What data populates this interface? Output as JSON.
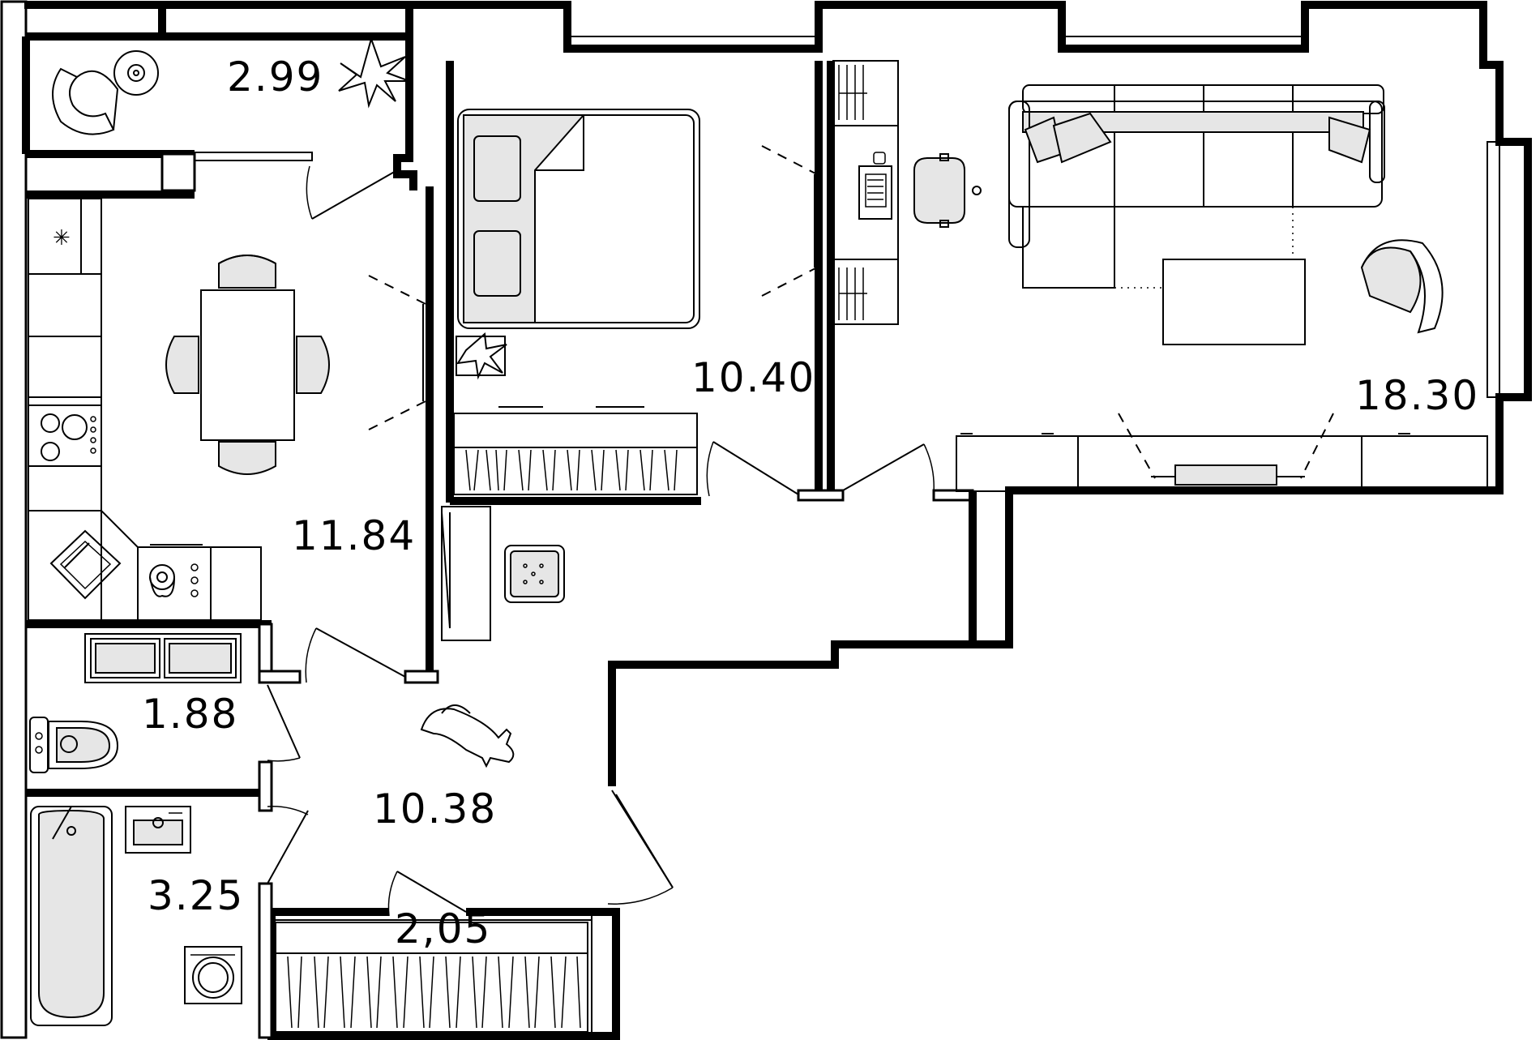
{
  "rooms": {
    "balcony": {
      "area": "2.99"
    },
    "kitchen": {
      "area": "11.84"
    },
    "bedroom": {
      "area": "10.40"
    },
    "living_room": {
      "area": "18.30"
    },
    "toilet": {
      "area": "1.88"
    },
    "hallway": {
      "area": "10.38"
    },
    "bathroom": {
      "area": "3.25"
    },
    "storage": {
      "area": "2,05"
    }
  },
  "icons": [
    "armchair-icon",
    "table-icon",
    "plant-icon",
    "bed-icon",
    "pillow-icon",
    "wardrobe-icon",
    "desk-icon",
    "laptop-icon",
    "office-chair-icon",
    "sofa-icon",
    "coffee-table-icon",
    "tv-unit-icon",
    "stove-icon",
    "sink-icon",
    "kettle-icon",
    "fridge-icon",
    "toilet-icon",
    "bathtub-icon",
    "washbasin-icon",
    "washing-machine-icon",
    "rabbit-icon",
    "shoe-cabinet-icon"
  ],
  "colors": {
    "wall": "#000000",
    "furniture_fill": "#e6e6e6",
    "background": "#ffffff"
  }
}
